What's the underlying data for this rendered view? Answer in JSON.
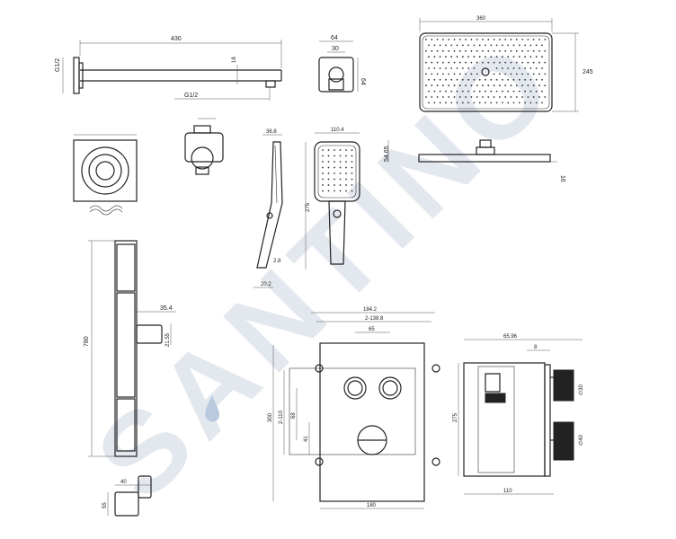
{
  "watermark": {
    "text": "SANTINO",
    "color": "#dfe5ee",
    "drop_color": "#aebfd6"
  },
  "colors": {
    "line": "#222222",
    "background": "#ffffff"
  },
  "shower_arm": {
    "length_label": "430",
    "thread_left_label": "G1/2",
    "thread_bottom_label": "G1/2",
    "height_label": "18"
  },
  "wall_elbow": {
    "width_outer_label": "64",
    "width_inner_label": "30",
    "height_label": "64"
  },
  "rain_head_top": {
    "width_label": "360",
    "depth_label": "245"
  },
  "rain_head_side": {
    "height_label": "54.65",
    "thickness_label": "16"
  },
  "hand_shower_side": {
    "top_label": "36.8",
    "bottom_label": "2.8",
    "base_label": "20.2"
  },
  "hand_shower_front": {
    "width_label": "110.4",
    "length_label": "275"
  },
  "slide_rail": {
    "length_label": "780",
    "offset_label": "35.4",
    "holder_label": "21.55"
  },
  "bracket": {
    "width_label": "40",
    "height_label": "55"
  },
  "thermostat_front": {
    "outer_width_label": "184.2",
    "inner_width_label": "2-138.8",
    "button_spacing_label": "65",
    "height_label": "300",
    "inner_height_label": "2-110",
    "offset_label": "68",
    "knob_offset_label": "41",
    "base_width_label": "180"
  },
  "thermostat_side": {
    "depth_label": "65.96",
    "top_label": "8",
    "knob_dia_label": "∅30",
    "knob_dia2_label": "∅40",
    "height_label": "275",
    "base_label": "110"
  }
}
